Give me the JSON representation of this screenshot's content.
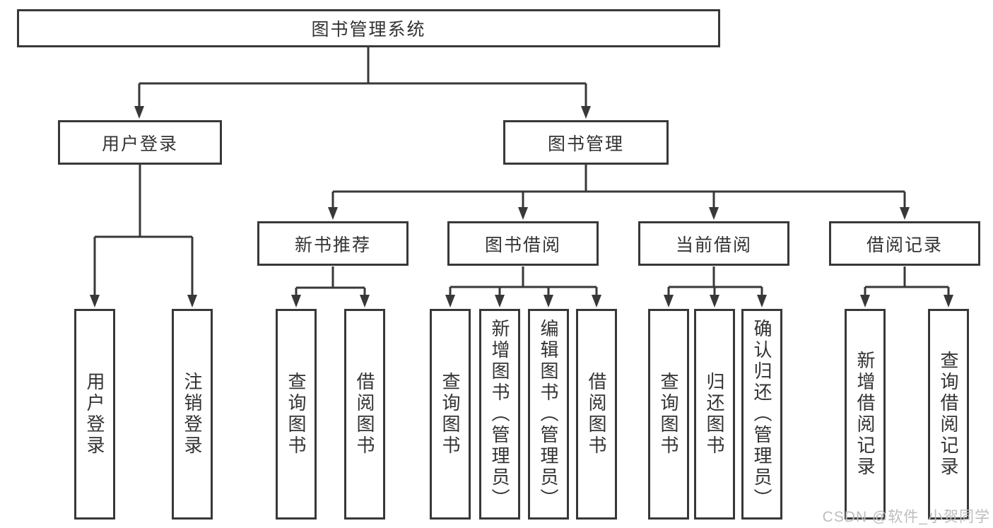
{
  "diagram": {
    "root": {
      "label": "图书管理系统"
    },
    "level2": [
      {
        "label": "用户登录"
      },
      {
        "label": "图书管理"
      }
    ],
    "level3": [
      {
        "label": "新书推荐",
        "parent": "图书管理"
      },
      {
        "label": "图书借阅",
        "parent": "图书管理"
      },
      {
        "label": "当前借阅",
        "parent": "图书管理"
      },
      {
        "label": "借阅记录",
        "parent": "图书管理"
      }
    ],
    "leaves": [
      {
        "label": "用户登录",
        "parent": "用户登录"
      },
      {
        "label": "注销登录",
        "parent": "用户登录"
      },
      {
        "label": "查询图书",
        "parent": "新书推荐"
      },
      {
        "label": "借阅图书",
        "parent": "新书推荐"
      },
      {
        "label": "查询图书",
        "parent": "图书借阅"
      },
      {
        "label": "新增图书（管理员）",
        "parent": "图书借阅"
      },
      {
        "label": "编辑图书（管理员）",
        "parent": "图书借阅"
      },
      {
        "label": "借阅图书",
        "parent": "图书借阅"
      },
      {
        "label": "查询图书",
        "parent": "当前借阅"
      },
      {
        "label": "归还图书",
        "parent": "当前借阅"
      },
      {
        "label": "确认归还（管理员）",
        "parent": "当前借阅"
      },
      {
        "label": "新增借阅记录",
        "parent": "借阅记录"
      },
      {
        "label": "查询借阅记录",
        "parent": "借阅记录"
      }
    ]
  },
  "watermark": {
    "text": "CSDN @软件_小贺同学"
  },
  "colors": {
    "line": "#383838",
    "text": "#333333",
    "watermark": "#bdbdbd",
    "background": "#ffffff"
  }
}
